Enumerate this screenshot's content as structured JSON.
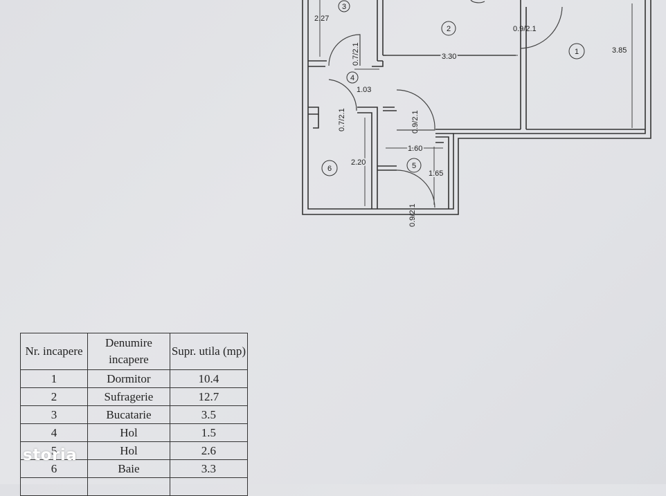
{
  "floor_plan": {
    "rooms": [
      {
        "number": "1",
        "area_label": "3.85"
      },
      {
        "number": "2",
        "area_label": ""
      },
      {
        "number": "3",
        "area_label": "2.27"
      },
      {
        "number": "4",
        "area_label": "1.03"
      },
      {
        "number": "5",
        "area_label": "1.65"
      },
      {
        "number": "6",
        "area_label": "2.20"
      }
    ],
    "dimensions": {
      "d_227": "2.27",
      "d_330": "3.30",
      "d_385": "3.85",
      "d_103": "1.03",
      "d_220": "2.20",
      "d_160": "1.60",
      "d_165": "1.65"
    },
    "doors": {
      "door_a": "0.9/2.1",
      "door_b": "0.7/2.1",
      "door_c": "0.7/2.1",
      "door_d": "0.9/2.1",
      "door_e": "0.9/2.1"
    }
  },
  "table": {
    "headers": [
      "Nr. incapere",
      "Denumire incapere",
      "Supr. utila (mp)"
    ],
    "rows": [
      [
        "1",
        "Dormitor",
        "10.4"
      ],
      [
        "2",
        "Sufragerie",
        "12.7"
      ],
      [
        "3",
        "Bucatarie",
        "3.5"
      ],
      [
        "4",
        "Hol",
        "1.5"
      ],
      [
        "5",
        "Hol",
        "2.6"
      ],
      [
        "6",
        "Baie",
        "3.3"
      ],
      [
        "",
        "",
        ""
      ]
    ]
  },
  "watermark": "storia"
}
